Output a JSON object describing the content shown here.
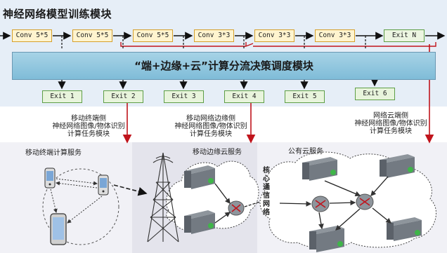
{
  "title": "神经网络模型训练模块",
  "conv_layers": [
    "Conv 5*5",
    "Conv 5*5",
    "Conv 5*5",
    "Conv 3*3",
    "Conv 3*3",
    "Conv 3*3"
  ],
  "exit_n": "Exit N",
  "decision_module": "“端+边缘+云”计算分流决策调度模块",
  "exits": [
    "Exit 1",
    "Exit 2",
    "Exit 3",
    "Exit 4",
    "Exit 5",
    "Exit 6"
  ],
  "side_labels": {
    "mobile": [
      "移动终端侧",
      "神经网络图像/物体识别",
      "计算任务模块"
    ],
    "edge": [
      "移动网络边缘侧",
      "神经网络图像/物体识别",
      "计算任务模块"
    ],
    "cloud": [
      "网络云端侧",
      "神经网络图像/物体识别",
      "计算任务模块"
    ]
  },
  "zones": {
    "mobile": "移动终端计算服务",
    "edge": "移动边缘云服务",
    "cloud": "公有云服务"
  },
  "backbone": "核心通信网络",
  "colors": {
    "conv_fill": "#fff4cf",
    "conv_border": "#d6a02c",
    "exit_fill": "#e8f4dc",
    "exit_border": "#5e9e46",
    "decision_fill": "#8cc3dc",
    "red_line": "#c0141c"
  },
  "icons": [
    "phone-icon",
    "tablet-icon",
    "cell-tower-icon",
    "server-icon",
    "router-icon",
    "cloud-icon"
  ]
}
